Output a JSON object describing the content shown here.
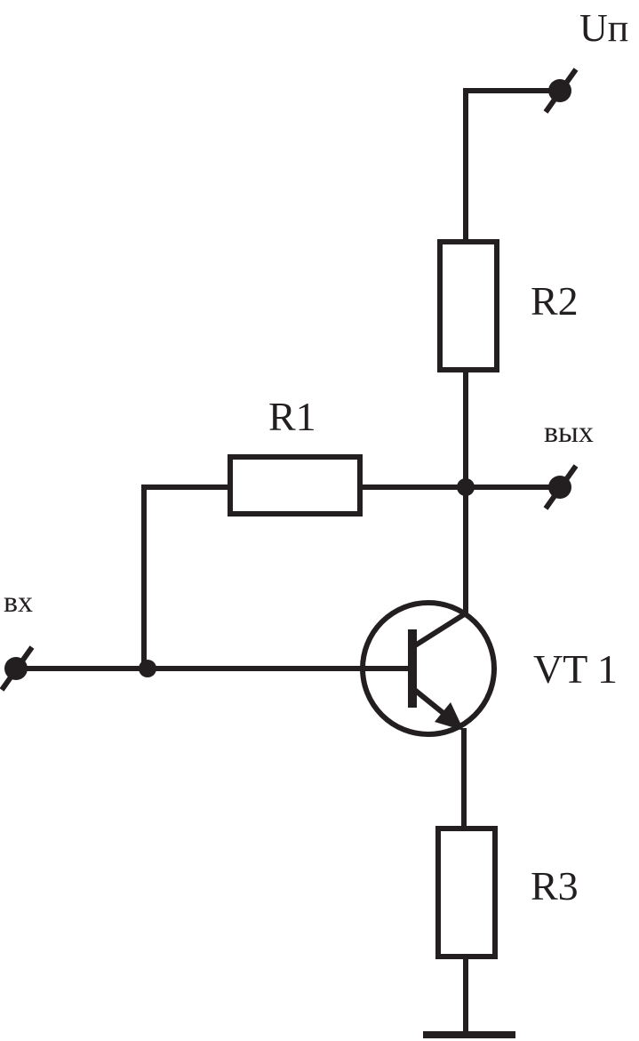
{
  "labels": {
    "supply": "Uп",
    "r1": "R1",
    "r2": "R2",
    "r3": "R3",
    "transistor": "VT 1",
    "input": "вх",
    "output": "вых"
  },
  "colors": {
    "ink": "#231f20",
    "background": "#ffffff"
  }
}
